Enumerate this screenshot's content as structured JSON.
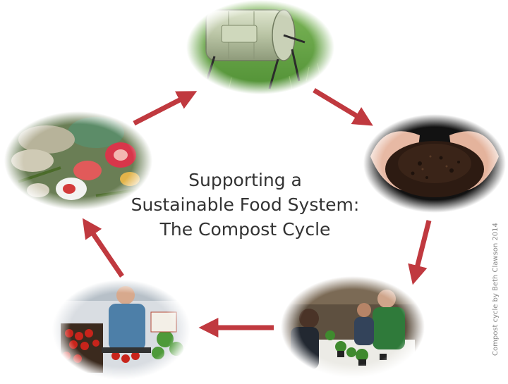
{
  "title": {
    "line1": "Supporting a",
    "line2": "Sustainable Food System:",
    "line3": "The Compost Cycle"
  },
  "credit": "Compost cycle by Beth Clawson 2014",
  "colors": {
    "arrow": "#c0393f",
    "title_text": "#333333",
    "credit_text": "#8a8a8a",
    "background": "#ffffff"
  },
  "cycle_steps": [
    {
      "id": "compost-tumbler",
      "icon": "compost-tumbler-photo"
    },
    {
      "id": "hands-holding-compost",
      "icon": "compost-soil-photo"
    },
    {
      "id": "planting-seedlings",
      "icon": "people-planting-photo"
    },
    {
      "id": "market-produce",
      "icon": "farmers-market-photo"
    },
    {
      "id": "food-scraps",
      "icon": "food-scraps-photo"
    }
  ]
}
